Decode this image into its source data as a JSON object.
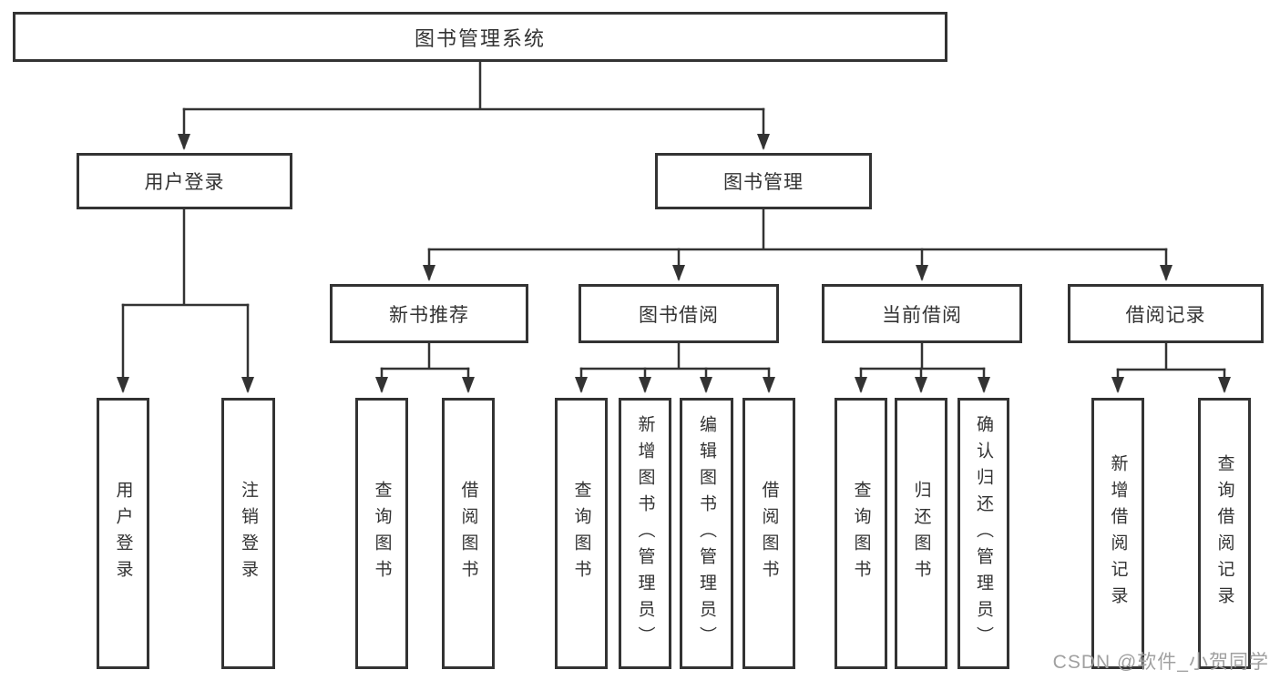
{
  "tree": {
    "root": {
      "label": "图书管理系统"
    },
    "branches": [
      {
        "label": "用户登录",
        "children": [
          {
            "label": "用户登录"
          },
          {
            "label": "注销登录"
          }
        ]
      },
      {
        "label": "图书管理",
        "children": [
          {
            "label": "新书推荐",
            "children": [
              {
                "label": "查询图书"
              },
              {
                "label": "借阅图书"
              }
            ]
          },
          {
            "label": "图书借阅",
            "children": [
              {
                "label": "查询图书"
              },
              {
                "label": "新增图书（管理员）"
              },
              {
                "label": "编辑图书（管理员）"
              },
              {
                "label": "借阅图书"
              }
            ]
          },
          {
            "label": "当前借阅",
            "children": [
              {
                "label": "查询图书"
              },
              {
                "label": "归还图书"
              },
              {
                "label": "确认归还（管理员）"
              }
            ]
          },
          {
            "label": "借阅记录",
            "children": [
              {
                "label": "新增借阅记录"
              },
              {
                "label": "查询借阅记录"
              }
            ]
          }
        ]
      }
    ]
  },
  "watermark": "CSDN @软件_小贺同学",
  "colors": {
    "background": "#ffffff",
    "box_border": "#333333",
    "line": "#333333",
    "text": "#333333",
    "watermark": "#a0a0a0"
  }
}
